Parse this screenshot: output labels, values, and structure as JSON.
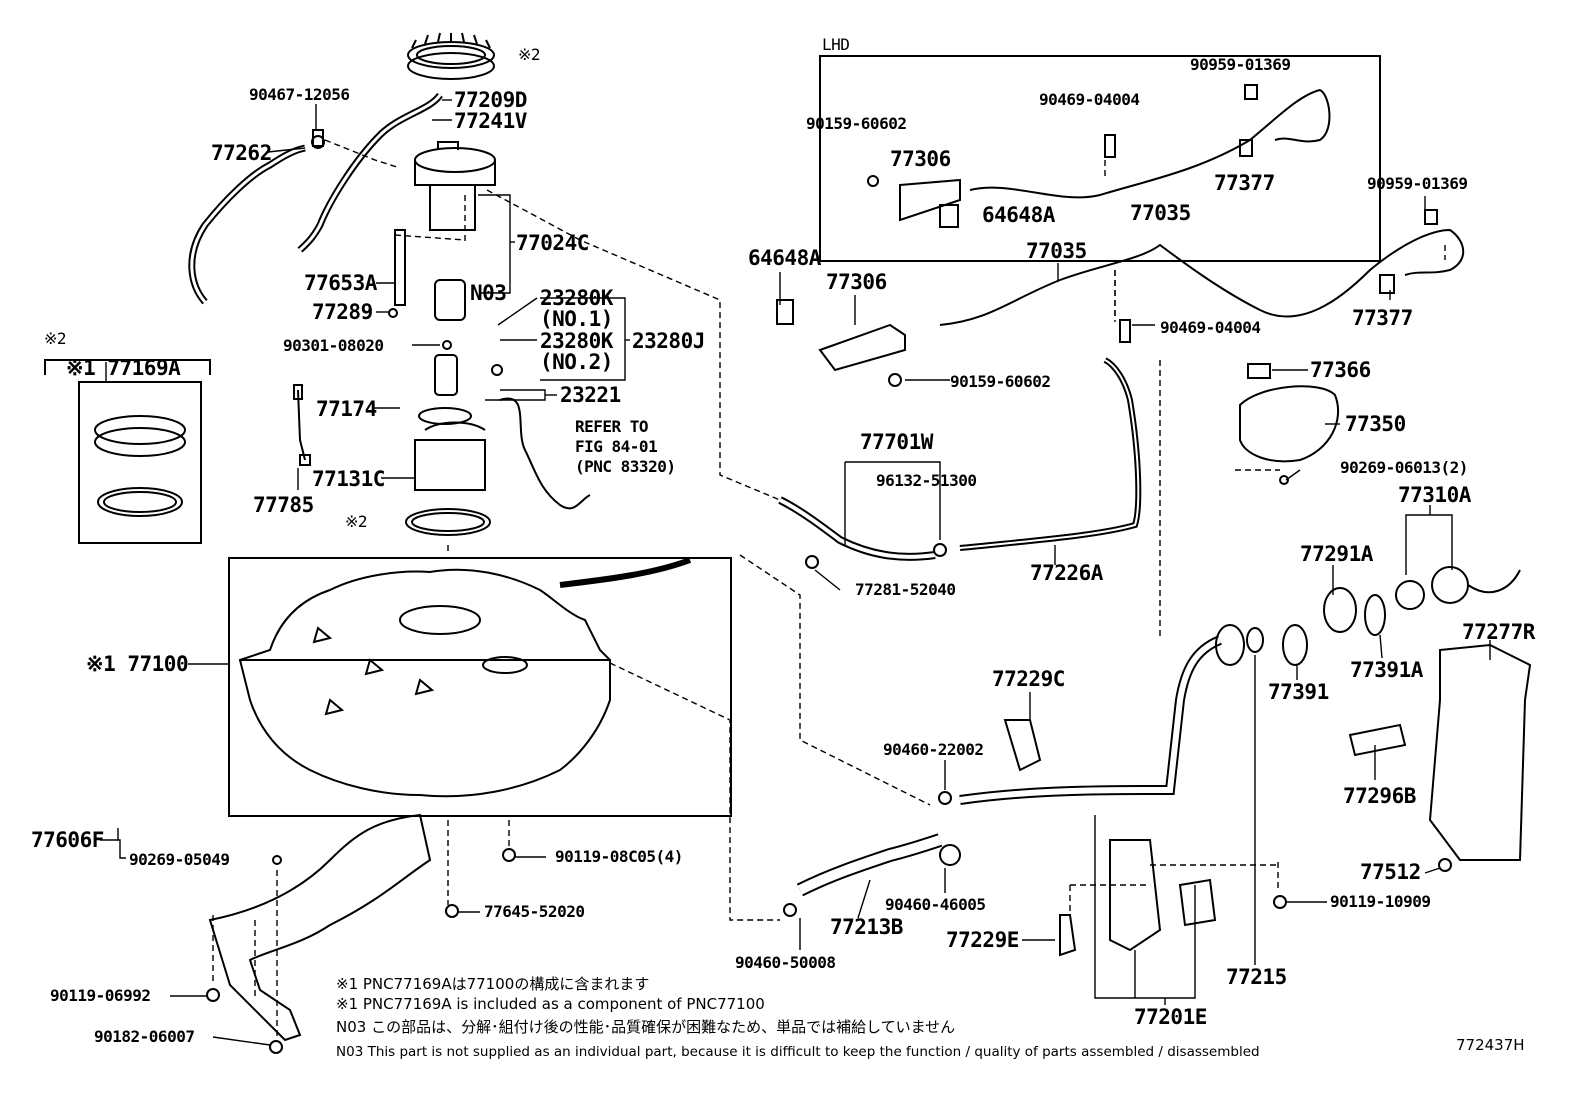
{
  "labels": {
    "p77262": "77262",
    "p90467_12056": "90467-12056",
    "p77209D": "77209D",
    "p77241V": "77241V",
    "p77024C": "77024C",
    "p77653A": "77653A",
    "p77289": "77289",
    "pN03": "N03",
    "p23280K_1": "23280K",
    "no1": "(NO.1)",
    "p23280K_2": "23280K",
    "no2": "(NO.2)",
    "p23280J": "23280J",
    "p90301_08020": "90301-08020",
    "p23221": "23221",
    "p77174": "77174",
    "refer1": "REFER TO",
    "refer2": "FIG 84-01",
    "refer3": "(PNC 83320)",
    "p77131C": "77131C",
    "p77785": "77785",
    "mark2_top": "※2",
    "mark2_gasket": "※2",
    "mark2_box": "※2",
    "mark1_box": "※1 77169A",
    "mark1_tank": "※1 77100",
    "lhd": "LHD",
    "p90959_01369a": "90959-01369",
    "p90469_04004a": "90469-04004",
    "p90159_60602a": "90159-60602",
    "p77306a": "77306",
    "p77377a": "77377",
    "p64648Aa": "64648A",
    "p77035a": "77035",
    "p90959_01369b": "90959-01369",
    "p64648Ab": "64648A",
    "p77306b": "77306",
    "p77035b": "77035",
    "p90469_04004b": "90469-04004",
    "p77377b": "77377",
    "p90159_60602b": "90159-60602",
    "p77366": "77366",
    "p77350": "77350",
    "p90269_06013": "90269-06013(2)",
    "p77310A": "77310A",
    "p77701W": "77701W",
    "p96132_51300": "96132-51300",
    "p77226A": "77226A",
    "p77281_52040": "77281-52040",
    "p77291A": "77291A",
    "p77391": "77391",
    "p77391A": "77391A",
    "p77277R": "77277R",
    "p77229C": "77229C",
    "p90460_22002": "90460-22002",
    "p77296B": "77296B",
    "p77606F": "77606F",
    "p90269_05049": "90269-05049",
    "p90119_08C05": "90119-08C05(4)",
    "p77645_52020": "77645-52020",
    "p90119_06992": "90119-06992",
    "p90182_06007": "90182-06007",
    "p77213B": "77213B",
    "p90460_46005": "90460-46005",
    "p90460_50008": "90460-50008",
    "p77229E": "77229E",
    "p77215": "77215",
    "p77201E": "77201E",
    "p77512": "77512",
    "p90119_10909": "90119-10909",
    "fig_id": "772437H"
  },
  "notes": {
    "n1": "※1 PNC77169Aは77100の構成に含まれます",
    "n2": "※1 PNC77169A is included as a component of PNC77100",
    "n3": "N03 この部品は、分解･組付け後の性能･品質確保が困難なため、単品では補給していません",
    "n4": "N03 This part is not supplied as an individual part, because it is difficult to keep the function / quality of parts assembled / disassembled"
  }
}
